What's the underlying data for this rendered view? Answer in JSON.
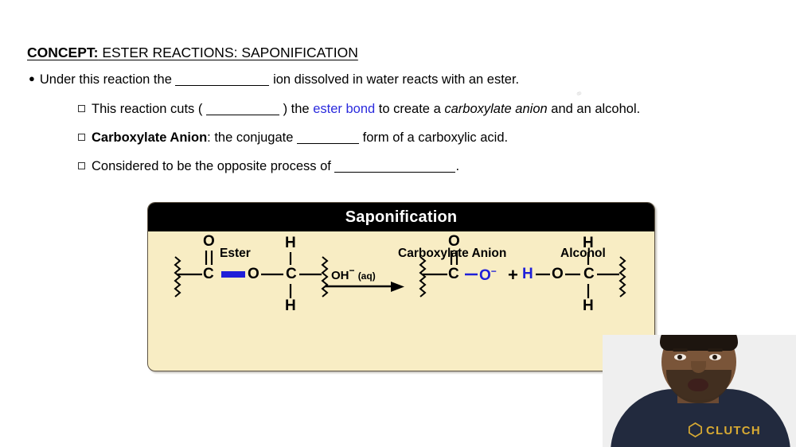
{
  "slide": {
    "title_prefix": "CONCEPT:",
    "title_rest": " ESTER REACTIONS: SAPONIFICATION"
  },
  "bullets": {
    "main": {
      "text_before": "Under this reaction the",
      "text_after": "ion dissolved in water reacts with an ester."
    },
    "sub_1": {
      "part1": "This reaction cuts (",
      "part2": ") the",
      "link": "ester bond",
      "part3": "to create a",
      "emphasis": "carboxylate anion",
      "part4": "and an alcohol."
    },
    "sub_2": {
      "term": "Carboxylate Anion",
      "part1": ": the conjugate",
      "part2": "form of a carboxylic acid."
    },
    "sub_3": {
      "part1": "Considered to be the opposite process of",
      "part2": "."
    }
  },
  "reaction_panel": {
    "header": "Saponification",
    "labels": {
      "ester": "Ester",
      "carboxylate": "Carboxylate Anion",
      "alcohol": "Alcohol"
    },
    "reagent": "OH",
    "reagent_charge": "−",
    "reagent_state": "(aq)",
    "plus": "+",
    "ester_atoms": {
      "carbonyl_o": "O",
      "carbonyl_c": "C",
      "ester_o": "O",
      "alkyl_c": "C",
      "h_top": "H",
      "h_bottom": "H"
    },
    "carboxylate_atoms": {
      "carbonyl_o": "O",
      "carbonyl_c": "C",
      "anion_o": "O",
      "anion_charge": "−"
    },
    "alcohol_atoms": {
      "h_left": "H",
      "o": "O",
      "c": "C",
      "h_top": "H",
      "h_bottom": "H"
    },
    "colors": {
      "panel_fill": "#f8edc4",
      "panel_border": "#5d5344",
      "header_bg": "#000000",
      "header_text": "#ffffff",
      "highlight_blue": "#1f1fd8",
      "link_blue": "#2b2bdd"
    }
  },
  "webcam": {
    "shirt_logo_text": "CLUTCH",
    "shirt_color": "#222a3e",
    "logo_color": "#d8aa33"
  }
}
